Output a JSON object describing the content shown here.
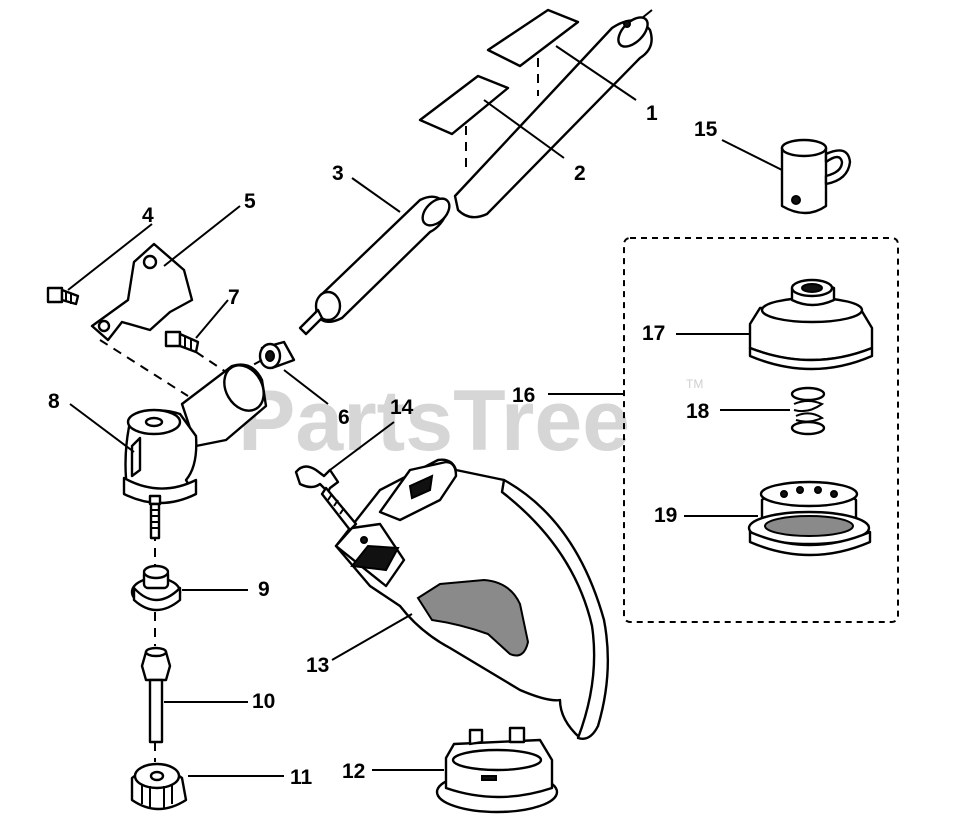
{
  "watermark": {
    "text": "PartsTree",
    "trademark": "TM"
  },
  "callouts": [
    {
      "number": "1"
    },
    {
      "number": "2"
    },
    {
      "number": "3"
    },
    {
      "number": "4"
    },
    {
      "number": "5"
    },
    {
      "number": "6"
    },
    {
      "number": "7"
    },
    {
      "number": "8"
    },
    {
      "number": "9"
    },
    {
      "number": "10"
    },
    {
      "number": "11"
    },
    {
      "number": "12"
    },
    {
      "number": "13"
    },
    {
      "number": "14"
    },
    {
      "number": "15"
    },
    {
      "number": "16"
    },
    {
      "number": "17"
    },
    {
      "number": "18"
    },
    {
      "number": "19"
    }
  ]
}
